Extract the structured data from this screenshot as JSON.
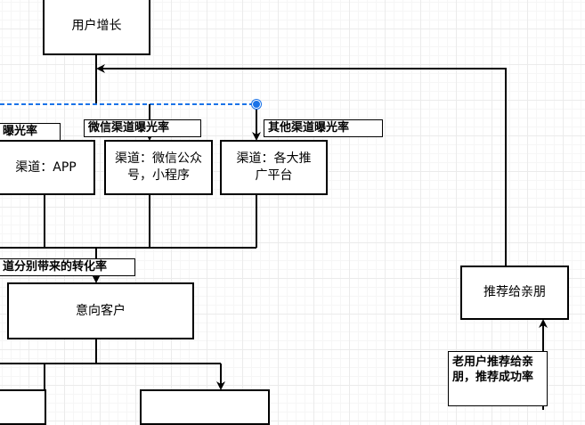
{
  "nodes": {
    "user_growth": "用户增长",
    "channel_app": "渠道：APP",
    "channel_wechat": "渠道：微信公众号，小程序",
    "channel_other": "渠道：各大推广平台",
    "intent_customer": "意向客户",
    "recommend_friends": "推荐给亲朋"
  },
  "labels": {
    "exposure_rate_left": "曝光率",
    "exposure_rate_wechat": "微信渠道曝光率",
    "exposure_rate_other": "其他渠道曝光率",
    "conversion_rate": "道分别带来的转化率",
    "referral_rate": "老用户推荐给亲朋，推荐成功率"
  }
}
